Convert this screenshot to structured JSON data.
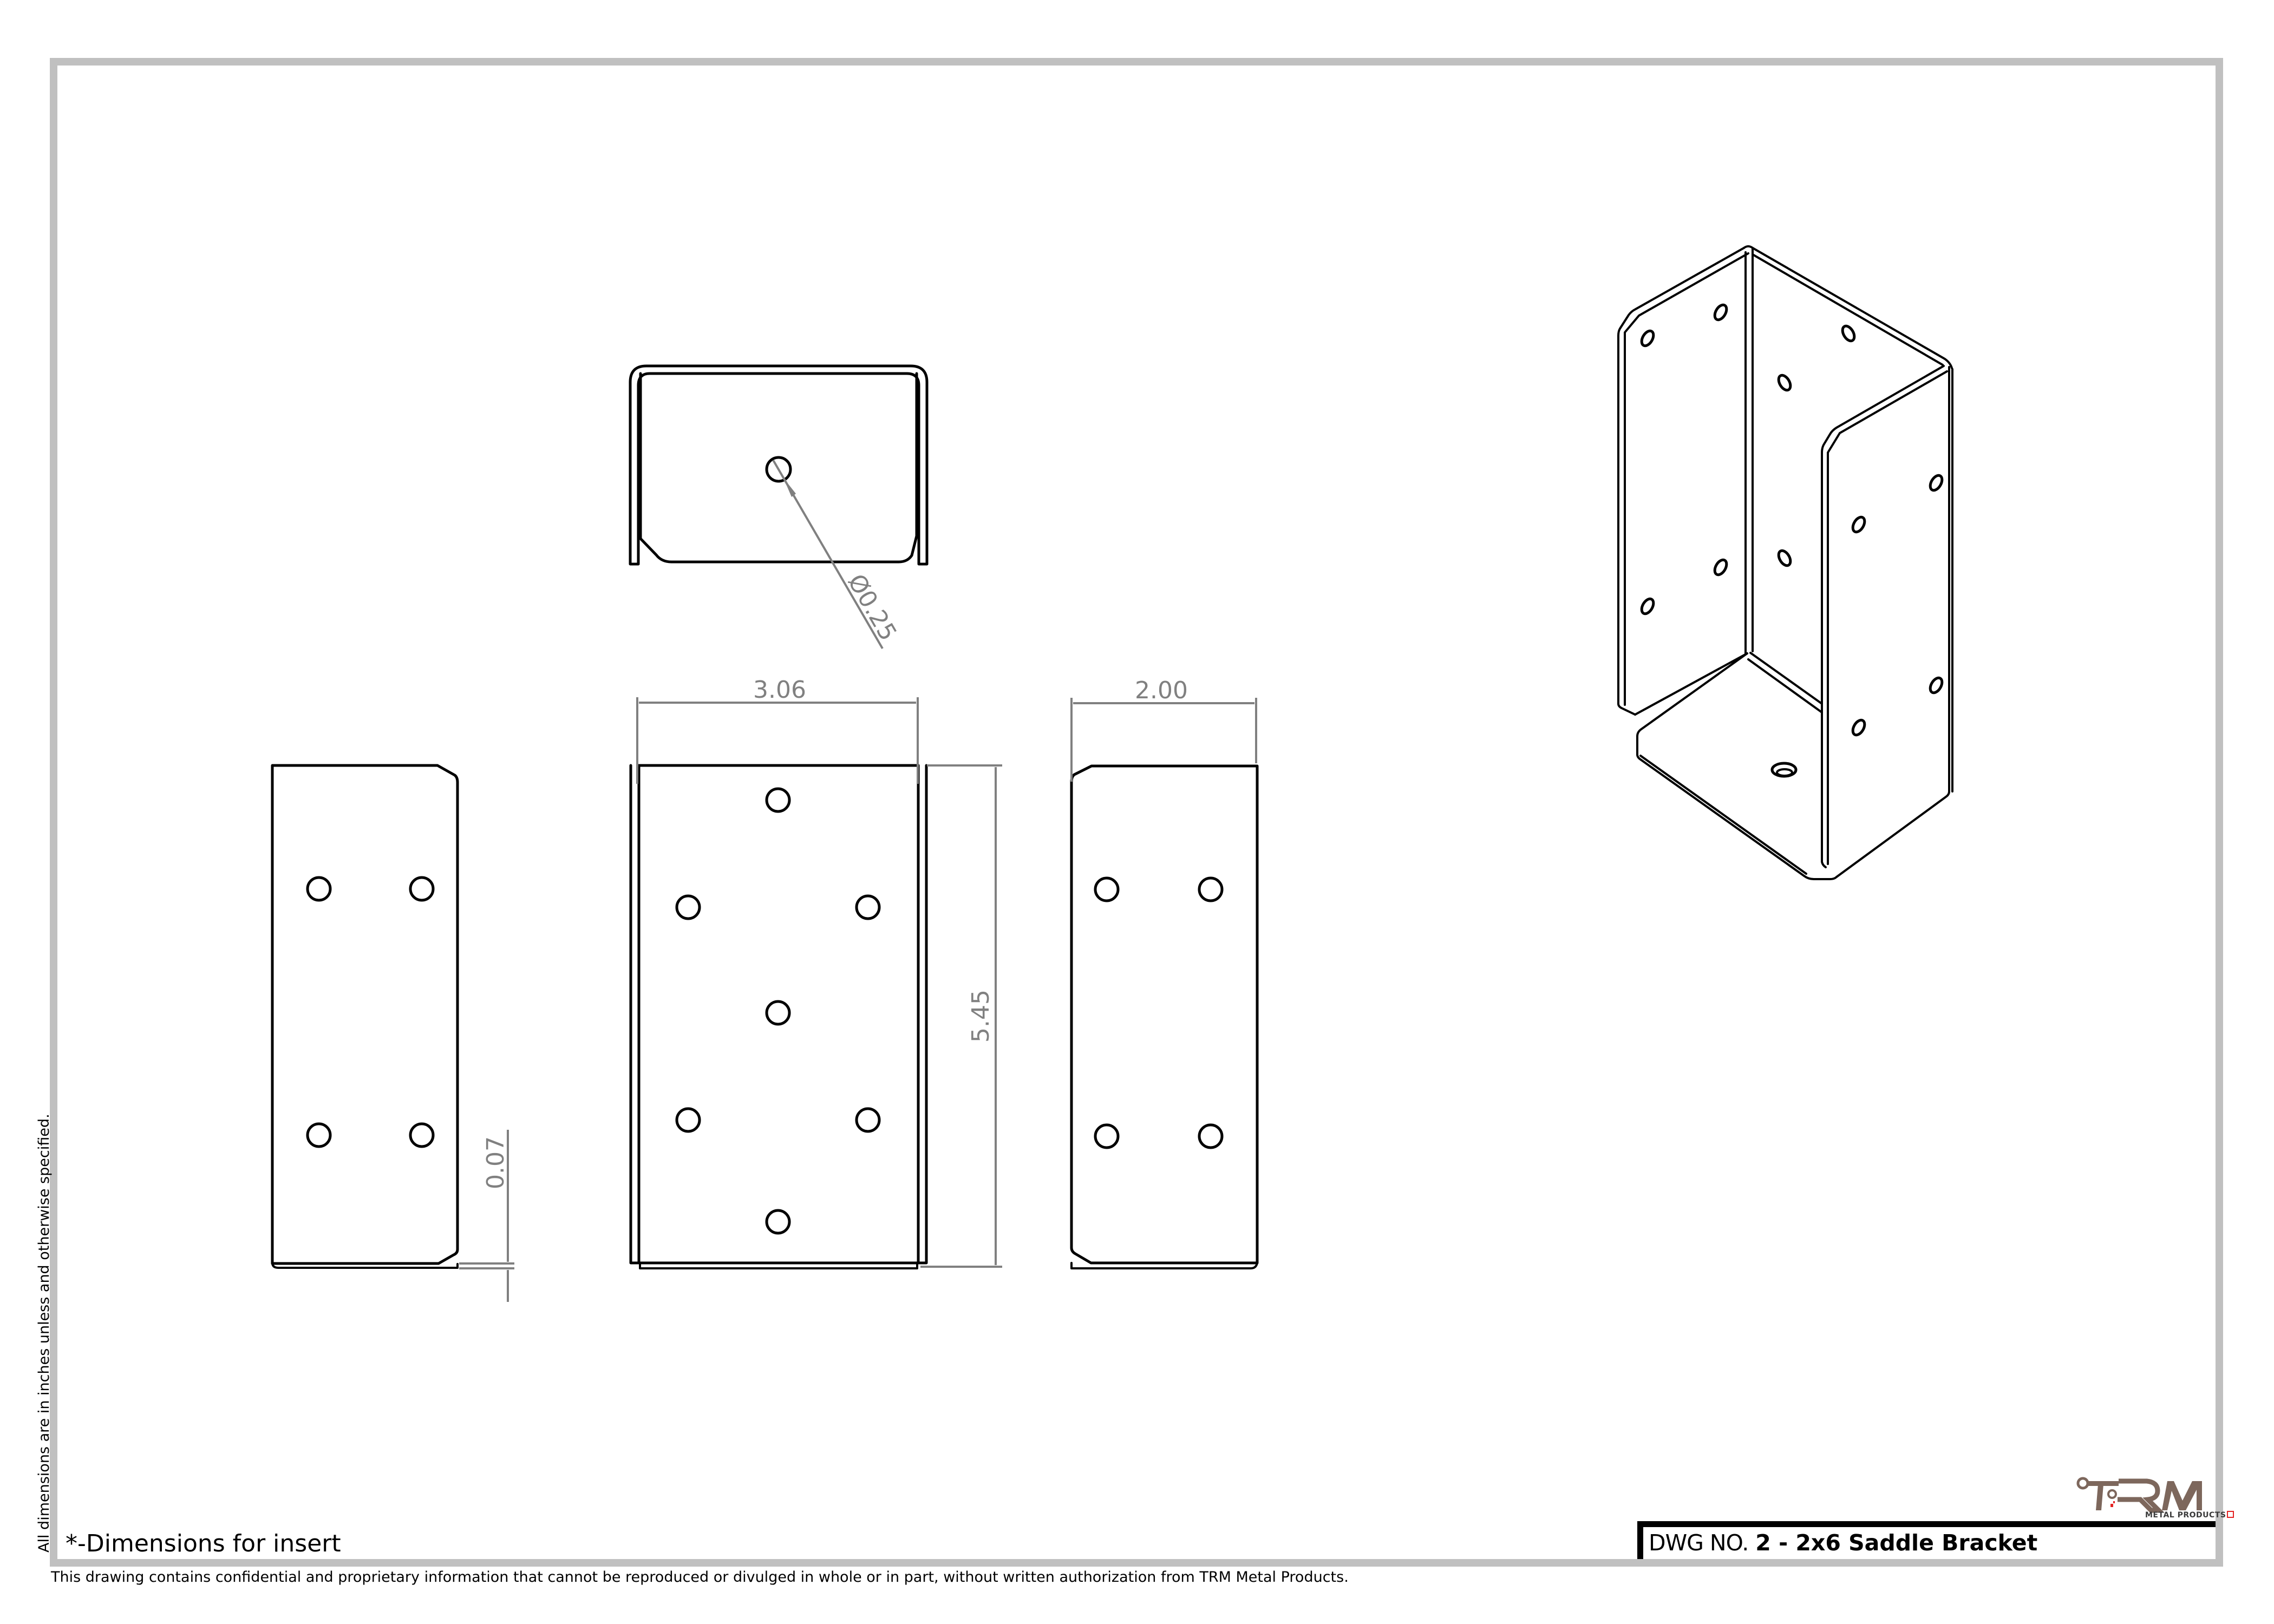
{
  "drawing": {
    "title_label": "DWG NO.",
    "title_value": "2 - 2x6 Saddle Bracket",
    "units_note": "All dimensions are in inches unless and otherwise specified.",
    "insert_note": "*-Dimensions for insert",
    "confidentiality_note": "This drawing contains confidential and proprietary information that cannot be reproduced or divulged in whole or in part, without written authorization from TRM Metal Products."
  },
  "logo": {
    "wordmark": "TRM",
    "subtitle": "METAL PRODUCTS",
    "brand_color": "#7d675c",
    "accent_color": "#e32222"
  },
  "views": {
    "top_view": {
      "hole_diameter_label": "Ø0.25"
    },
    "front_view": {
      "width_label": "3.06",
      "height_label": "5.45",
      "hole_count": 7
    },
    "left_view": {
      "thickness_label": "0.07",
      "hole_count": 4
    },
    "right_view": {
      "width_label": "2.00",
      "hole_count": 4
    },
    "isometric_view": {
      "description": "3D isometric view of saddle bracket"
    }
  },
  "colors": {
    "frame": "#c0c0c0",
    "dimension": "#808080",
    "line": "#000000"
  }
}
